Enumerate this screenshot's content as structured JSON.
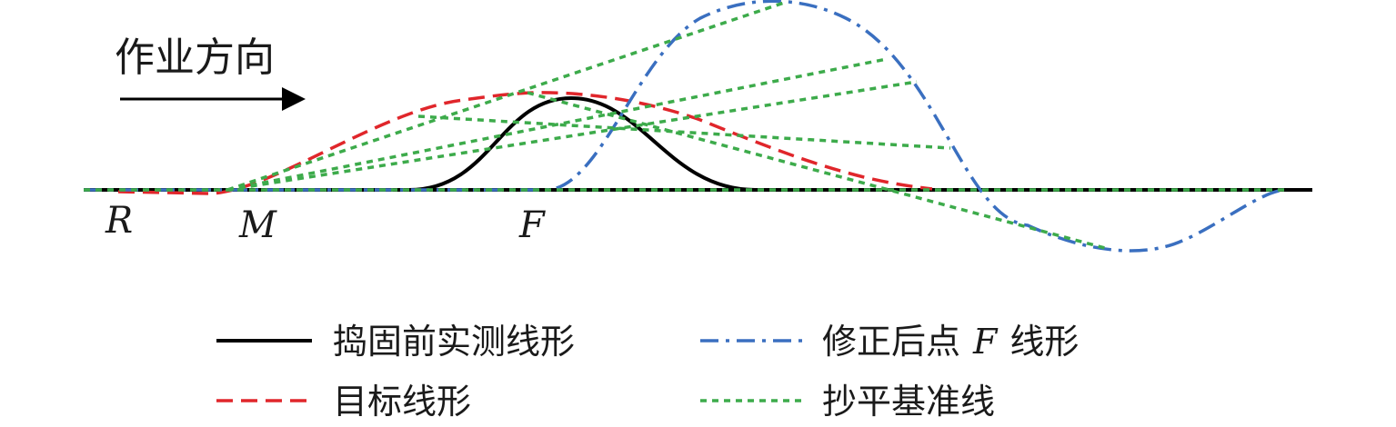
{
  "direction": {
    "label": "作业方向"
  },
  "points": {
    "r": "R",
    "m": "M",
    "f": "F"
  },
  "legend": {
    "measured": "捣固前实测线形",
    "corrected_prefix": "修正后点",
    "corrected_point": "F",
    "corrected_suffix": "线形",
    "target": "目标线形",
    "reference": "抄平基准线"
  },
  "colors": {
    "measured": "#000000",
    "target": "#e0262b",
    "corrected": "#3a6fc0",
    "reference": "#3dab4b",
    "baseline": "#000000"
  }
}
